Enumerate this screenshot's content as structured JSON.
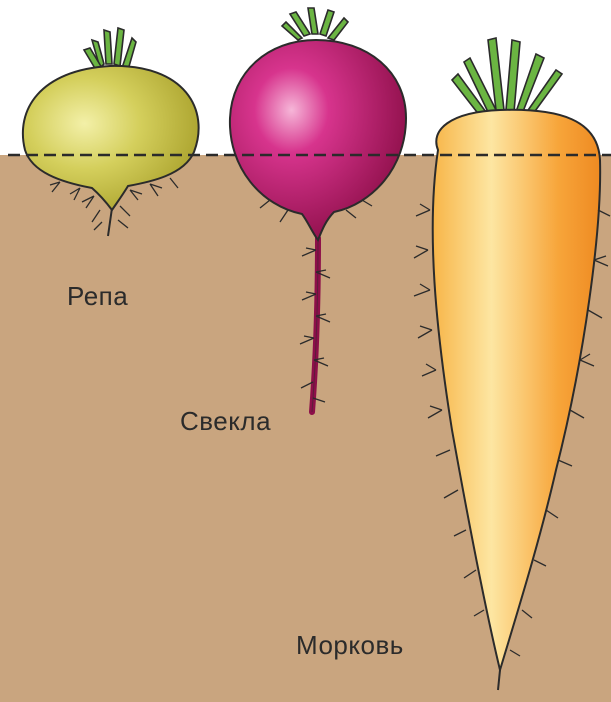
{
  "labels": {
    "turnip": "Репа",
    "beet": "Свекла",
    "carrot": "Морковь"
  },
  "colors": {
    "soil": "#c9a57f",
    "turnip": "#c8c24a",
    "beet": "#b0145c",
    "carrot": "#f6a53a",
    "leaves": "#5fae3a",
    "outline": "#2b2b2b"
  }
}
